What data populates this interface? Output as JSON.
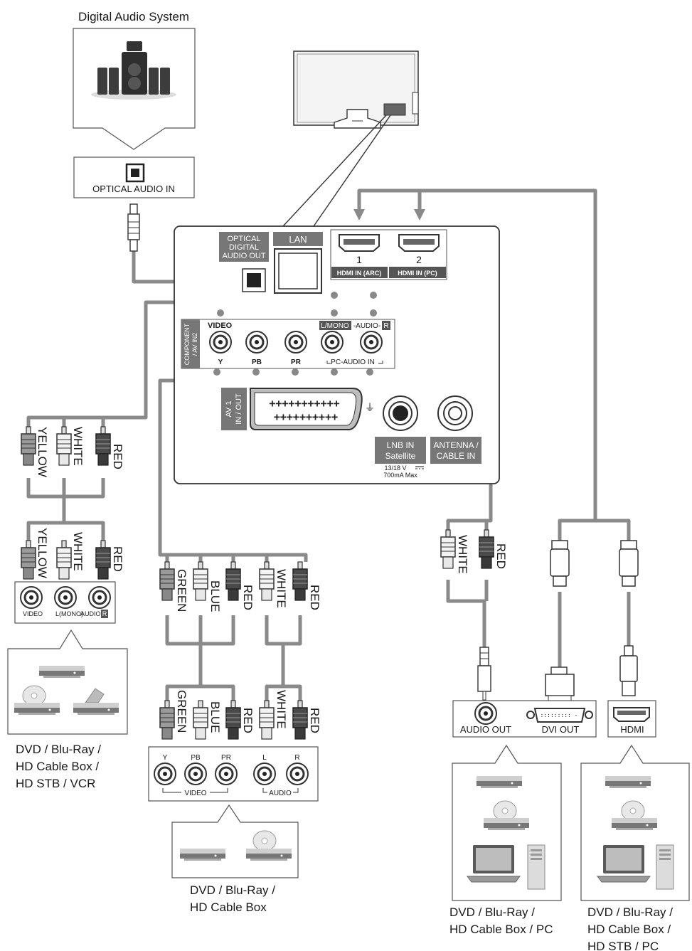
{
  "audio_system": {
    "title": "Digital Audio System",
    "optical_in": "OPTICAL AUDIO IN"
  },
  "tv_panel": {
    "optical_out": [
      "OPTICAL",
      "DIGITAL",
      "AUDIO OUT"
    ],
    "lan": "LAN",
    "hdmi1_num": "1",
    "hdmi2_num": "2",
    "hdmi1_label": "HDMI IN (ARC)",
    "hdmi2_label": "HDMI IN (PC)",
    "component_side": [
      "COMPONENT",
      "/ AV IN2"
    ],
    "video": "VIDEO",
    "lmono": "L/MONO",
    "audio_r": "-AUDIO-",
    "r": "R",
    "y": "Y",
    "pb": "PB",
    "pr": "PR",
    "pc_audio_in": "PC-AUDIO IN",
    "av1": [
      "AV 1",
      "IN / OUT"
    ],
    "lnb": [
      "LNB IN",
      "Satellite"
    ],
    "lnb_spec": [
      "13/18 V",
      "700mA Max"
    ],
    "antenna": [
      "ANTENNA /",
      "CABLE IN"
    ]
  },
  "cable_colors": {
    "yellow": "YELLOW",
    "white": "WHITE",
    "red": "RED",
    "green": "GREEN",
    "blue": "BLUE"
  },
  "dev_av": {
    "video": "VIDEO",
    "lmono": "L(MONO)",
    "audio": "AUDIO",
    "r": "R",
    "caption": [
      "DVD / Blu-Ray /",
      "HD Cable Box /",
      "HD STB / VCR"
    ]
  },
  "dev_comp": {
    "y": "Y",
    "pb": "PB",
    "pr": "PR",
    "l": "L",
    "r": "R",
    "video": "VIDEO",
    "audio": "AUDIO",
    "caption": [
      "DVD / Blu-Ray /",
      "HD Cable Box"
    ]
  },
  "dev_pc": {
    "audio_out": "AUDIO OUT",
    "dvi_out": "DVI OUT",
    "caption": [
      "DVD / Blu-Ray /",
      "HD Cable Box / PC"
    ]
  },
  "dev_hdmi": {
    "hdmi": "HDMI",
    "caption": [
      "DVD / Blu-Ray /",
      "HD Cable Box /",
      "HD STB / PC"
    ]
  }
}
